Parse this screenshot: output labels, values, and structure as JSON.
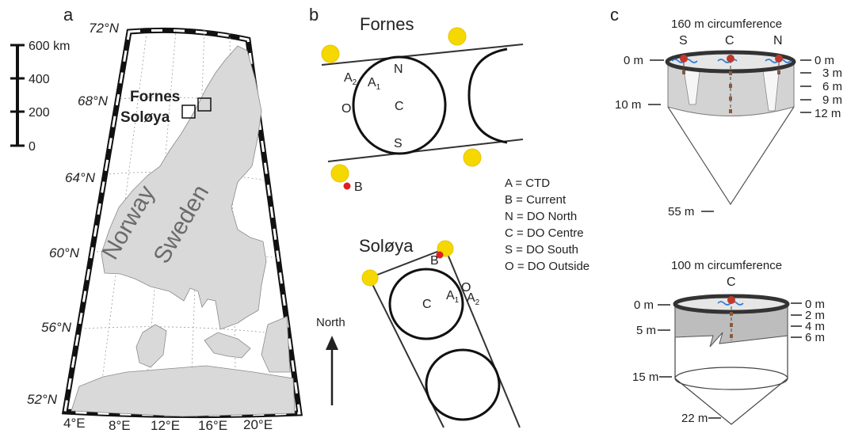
{
  "panel_a": {
    "letter": "a",
    "scale": {
      "ticks": [
        "600 km",
        "400",
        "200",
        "0"
      ]
    },
    "lat_labels": [
      "72°N",
      "68°N",
      "64°N",
      "60°N",
      "56°N",
      "52°N"
    ],
    "lon_labels": [
      "4°E",
      "8°E",
      "12°E",
      "16°E",
      "20°E"
    ],
    "sites": [
      "Fornes",
      "Soløya"
    ],
    "countries": [
      "Norway",
      "Sweden"
    ]
  },
  "panel_b": {
    "letter": "b",
    "fornes_title": "Fornes",
    "soloya_title": "Soløya",
    "north_label": "North",
    "legend": [
      "A  = CTD",
      "B  = Current",
      "N = DO North",
      "C = DO Centre",
      "S  = DO South",
      "O = DO Outside"
    ],
    "ring_labels": {
      "N": "N",
      "C": "C",
      "S": "S",
      "O": "O",
      "A": "A",
      "B": "B",
      "sub1": "1",
      "sub2": "2"
    }
  },
  "panel_c": {
    "letter": "c",
    "cage1": {
      "title": "160 m circumference",
      "positions": [
        "S",
        "C",
        "N"
      ],
      "left_depths": [
        "0 m",
        "10 m",
        "55 m"
      ],
      "right_depths": [
        "0 m",
        "3 m",
        "6 m",
        "9 m",
        "12 m"
      ]
    },
    "cage2": {
      "title": "100 m circumference",
      "positions": [
        "C"
      ],
      "left_depths": [
        "0 m",
        "5 m",
        "15 m",
        "22 m"
      ],
      "right_depths": [
        "0 m",
        "2 m",
        "4 m",
        "6 m"
      ]
    }
  },
  "colors": {
    "buoy": "#f5d800",
    "current": "#e02020",
    "land": "#d9d9d9",
    "net_band": "#bdbdbd",
    "logger": "#c0392b"
  }
}
